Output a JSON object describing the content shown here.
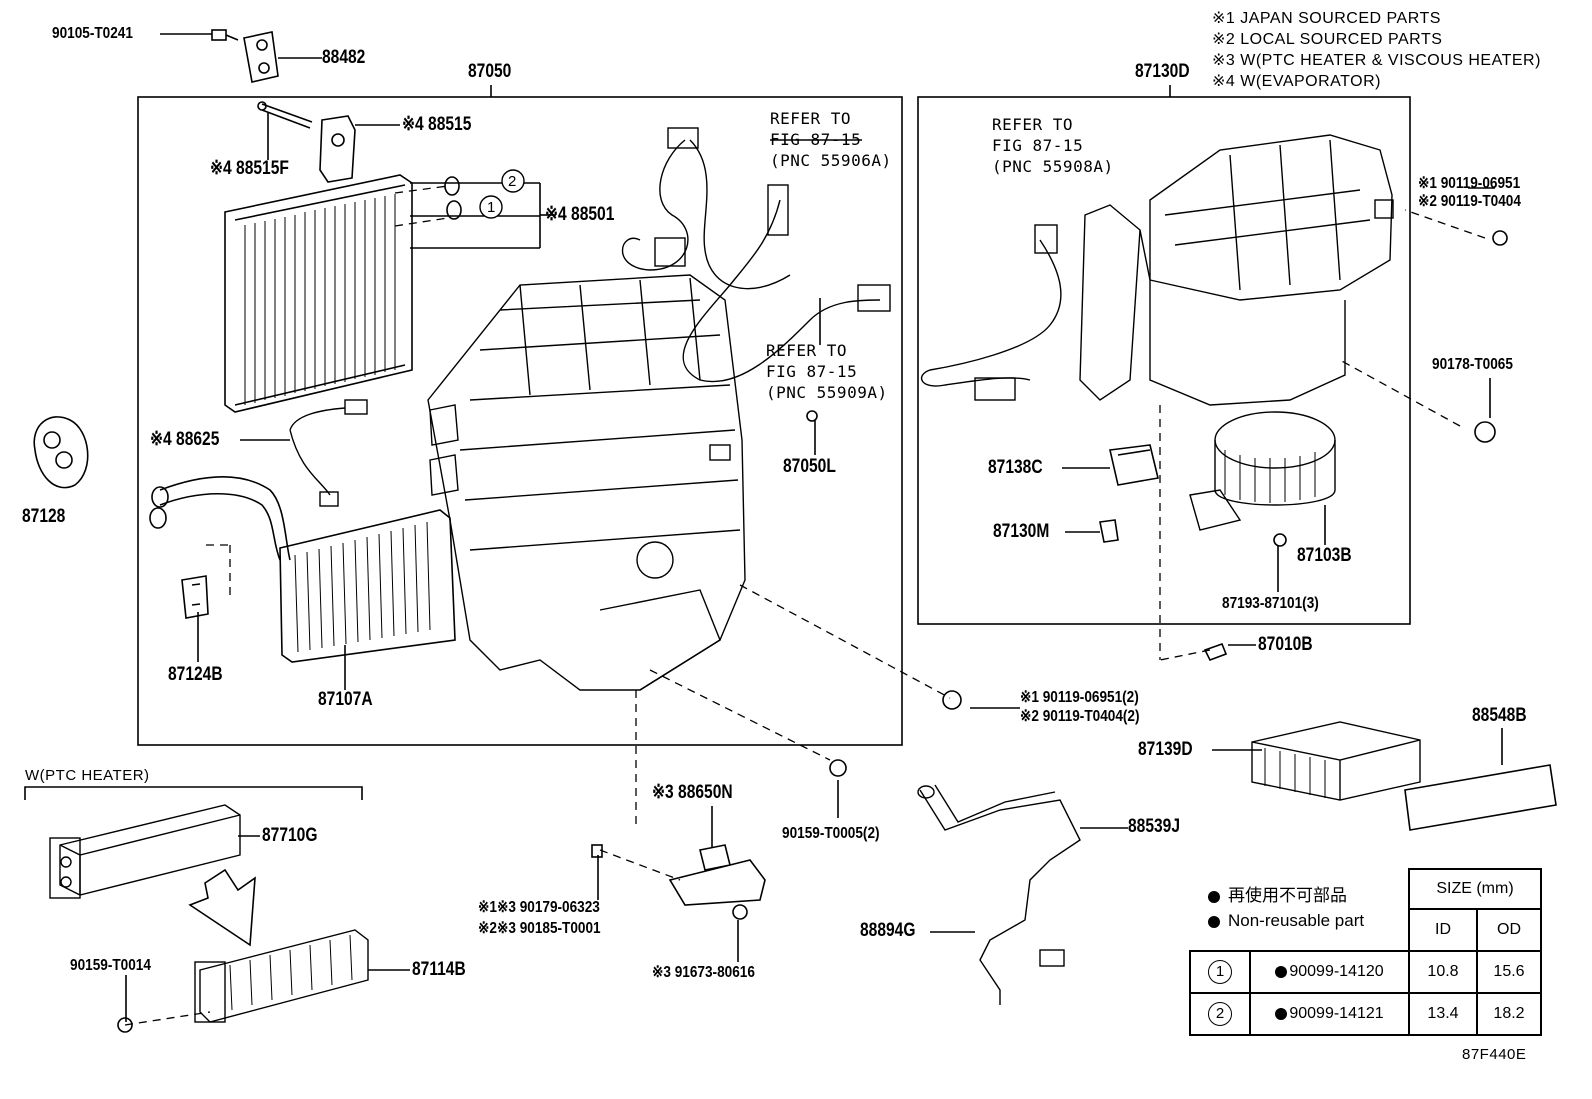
{
  "notes": [
    "※1 JAPAN SOURCED PARTS",
    "※2 LOCAL SOURCED PARTS",
    "※3 W(PTC HEATER & VISCOUS HEATER)",
    "※4 W(EVAPORATOR)"
  ],
  "labels": {
    "p90105": "90105-T0241",
    "p88482": "88482",
    "p87050": "87050",
    "p88515": "※4 88515",
    "p88515F": "※4 88515F",
    "p88501": "※4 88501",
    "p88625": "※4 88625",
    "p87128": "87128",
    "p87124B": "87124B",
    "p87107A": "87107A",
    "p87050L": "87050L",
    "p87130D": "87130D",
    "p87138C": "87138C",
    "p87130M": "87130M",
    "p87103B": "87103B",
    "p87193": "87193-87101(3)",
    "p87010B": "87010B",
    "p90119a1": "※1 90119-06951",
    "p90119a2": "※2 90119-T0404",
    "p90178": "90178-T0065",
    "p90119b1": "※1 90119-06951(2)",
    "p90119b2": "※2 90119-T0404(2)",
    "p87139D": "87139D",
    "p88548B": "88548B",
    "p88539J": "88539J",
    "p88894G": "88894G",
    "p90159b": "90159-T0005(2)",
    "p88650N": "※3 88650N",
    "p90179": "※1※3 90179-06323",
    "p90185": "※2※3 90185-T0001",
    "p91673": "※3 91673-80616",
    "p87710G": "87710G",
    "p87114B": "87114B",
    "p90159a": "90159-T0014",
    "ptc_heater": "W(PTC HEATER)",
    "diagram_code": "87F440E"
  },
  "refs": [
    [
      "REFER TO",
      "FIG 87-15",
      "(PNC 55906A)"
    ],
    [
      "REFER TO",
      "FIG 87-15",
      "(PNC 55909A)"
    ],
    [
      "REFER TO",
      "FIG 87-15",
      "(PNC 55908A)"
    ]
  ],
  "callouts": {
    "one": "1",
    "two": "2"
  },
  "legend": {
    "jp": "再使用不可部品",
    "en": "Non-reusable part"
  },
  "size_table": {
    "header": "SIZE (mm)",
    "col_id": "ID",
    "col_od": "OD",
    "rows": [
      {
        "num": "1",
        "part": "90099-14120",
        "id": "10.8",
        "od": "15.6"
      },
      {
        "num": "2",
        "part": "90099-14121",
        "id": "13.4",
        "od": "18.2"
      }
    ]
  }
}
